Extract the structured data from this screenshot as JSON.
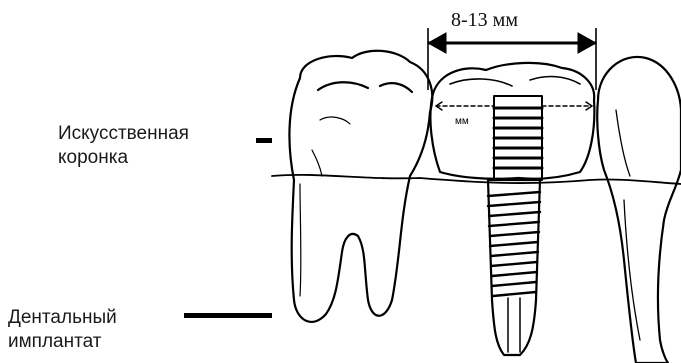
{
  "labels": {
    "crown_line1": "Искусственная",
    "crown_line2": "коронка",
    "implant_line1": "Дентальный",
    "implant_line2": "имплантат",
    "width": "8-13 мм",
    "small_mm": "мм"
  },
  "colors": {
    "ink": "#000000",
    "background": "#ffffff"
  }
}
